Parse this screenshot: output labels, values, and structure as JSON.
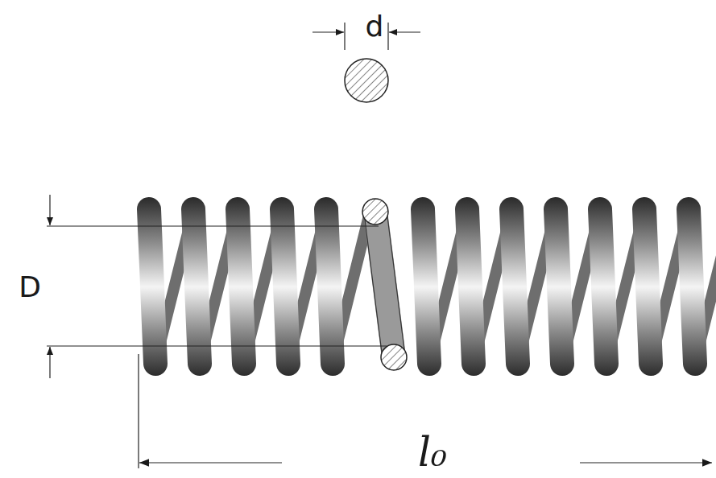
{
  "diagram": {
    "labels": [
      "d",
      "D",
      "l₀"
    ]
  }
}
